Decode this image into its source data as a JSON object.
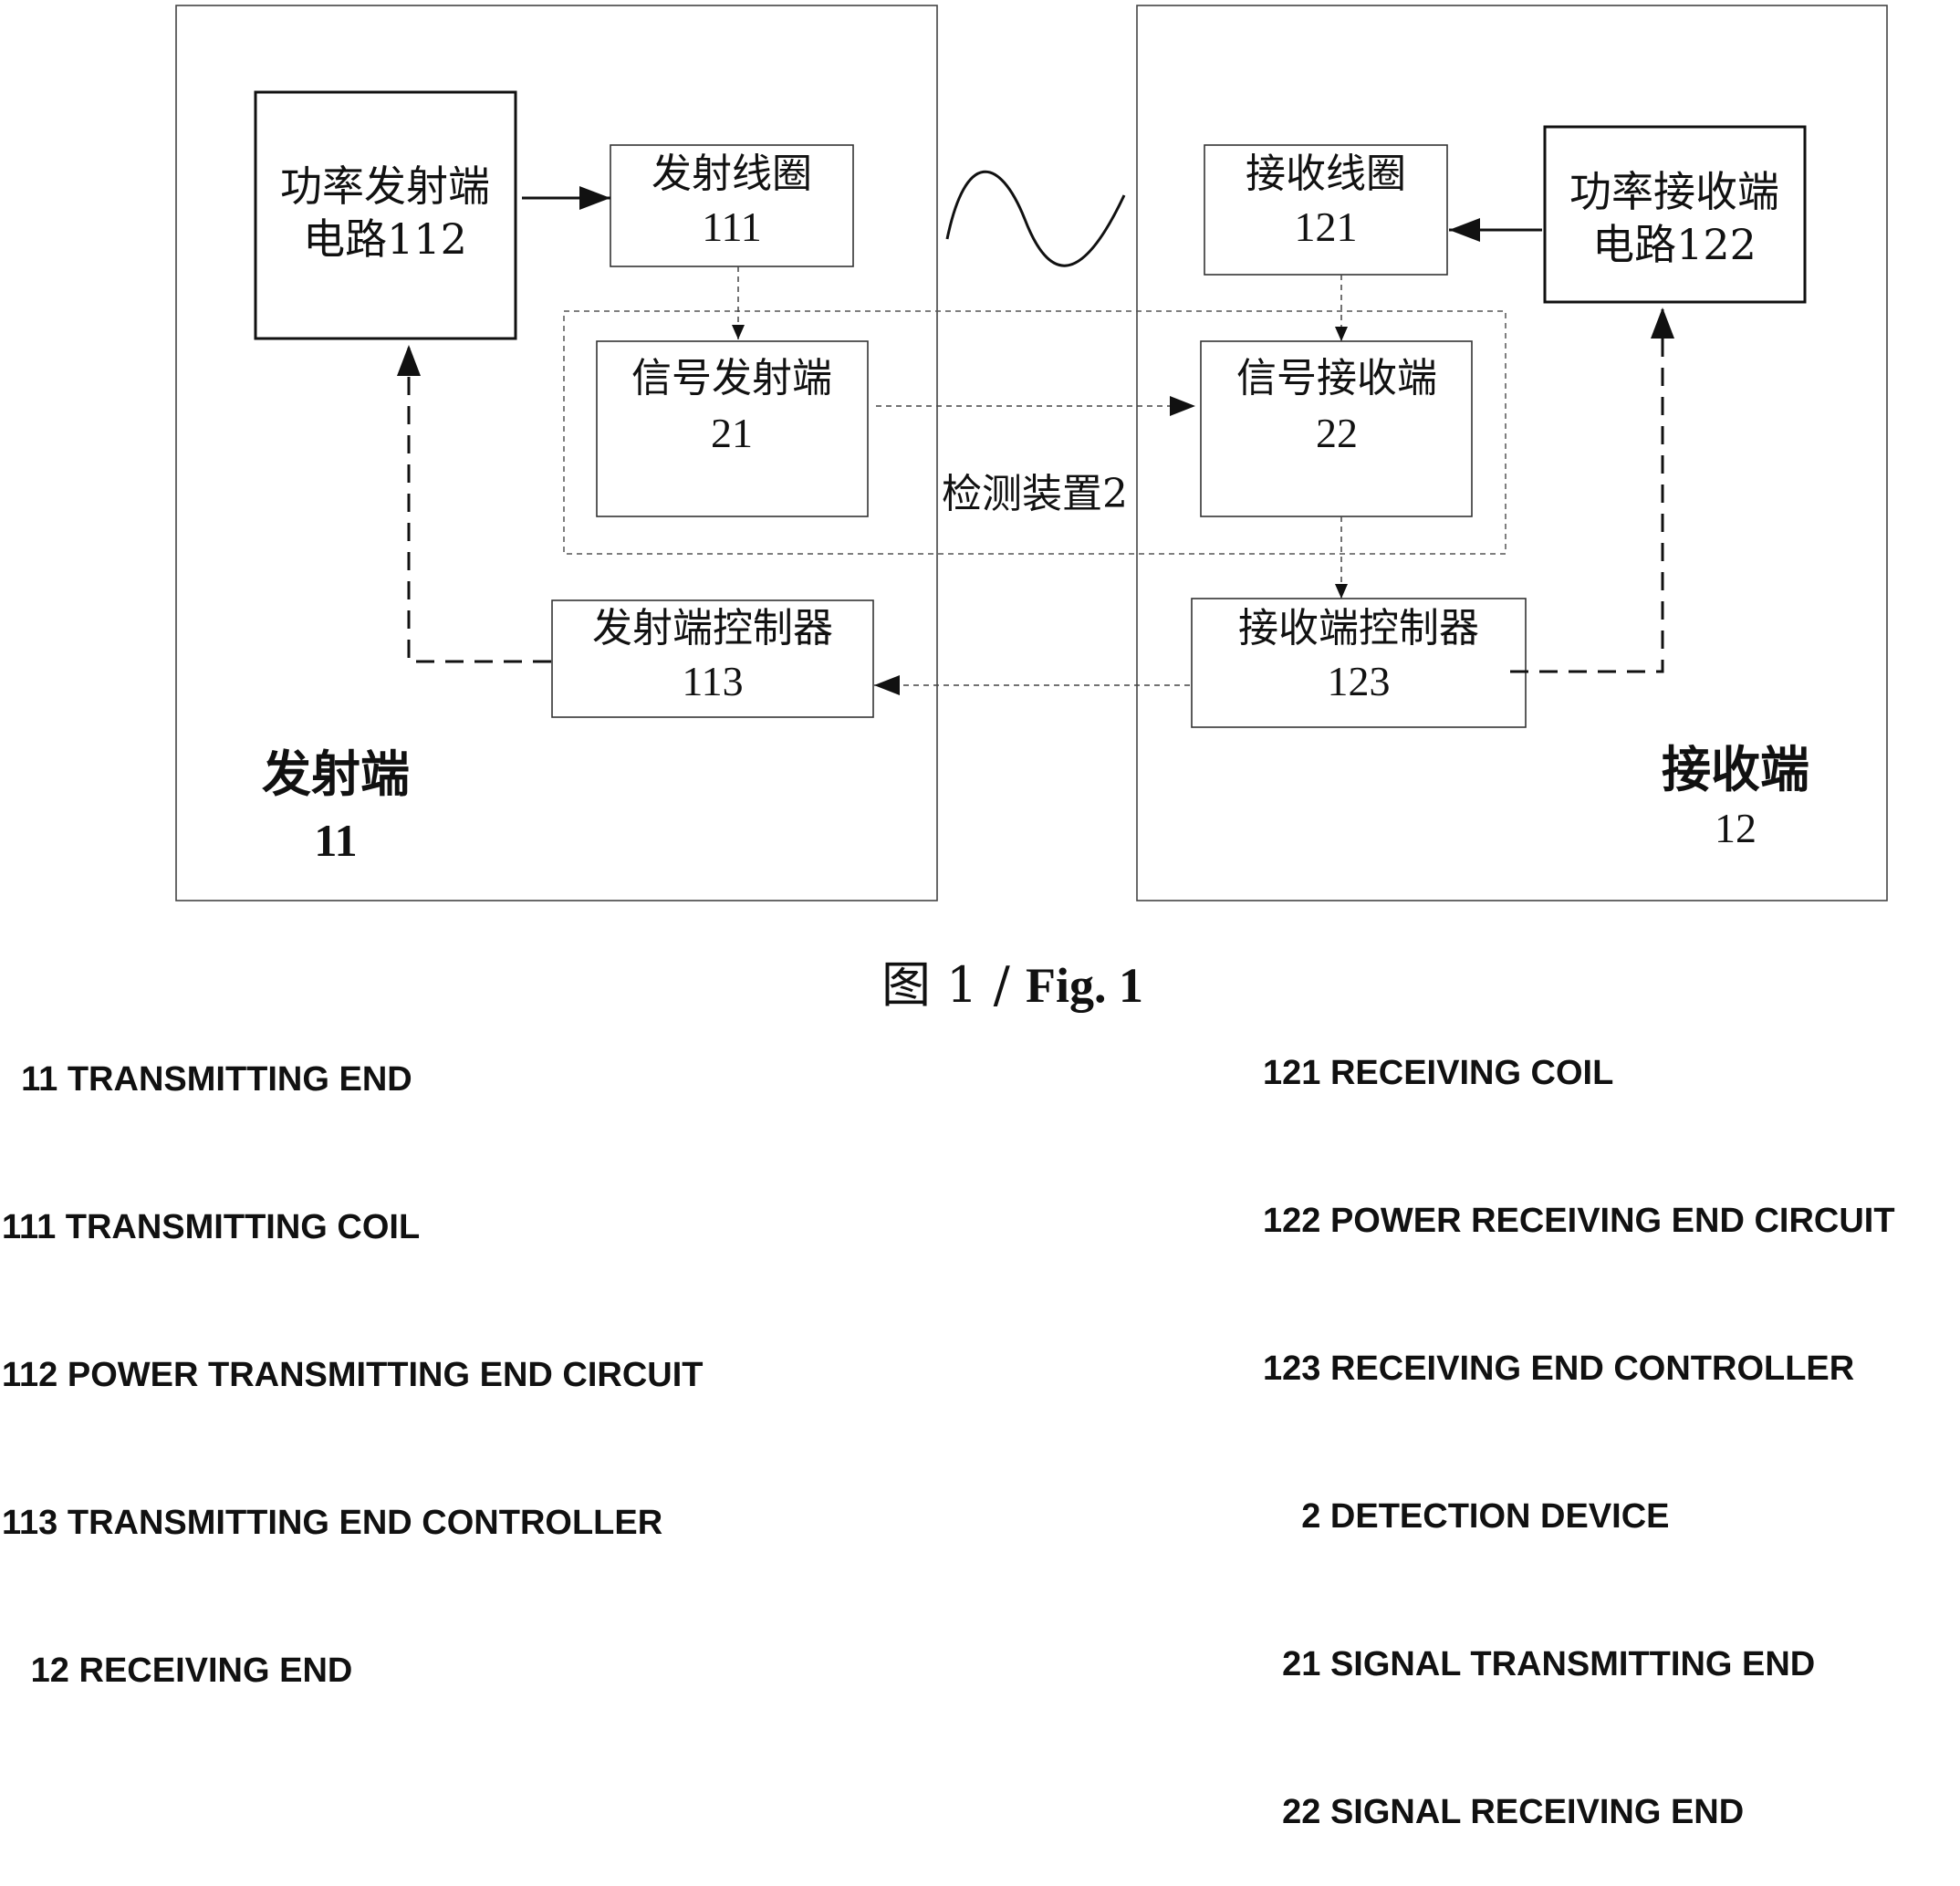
{
  "diagram": {
    "transmitting_end": {
      "name": "发射端",
      "number": "11"
    },
    "receiving_end": {
      "name": "接收端",
      "number": "12"
    },
    "power_tx_circuit": {
      "line1": "功率发射端",
      "line2": "电路112"
    },
    "tx_coil": {
      "line1": "发射线圈",
      "line2": "111"
    },
    "rx_coil": {
      "line1": "接收线圈",
      "line2": "121"
    },
    "power_rx_circuit": {
      "line1": "功率接收端",
      "line2": "电路122"
    },
    "signal_tx": {
      "line1": "信号发射端",
      "line2": "21"
    },
    "signal_rx": {
      "line1": "信号接收端",
      "line2": "22"
    },
    "detection_device": {
      "label": "检测装置2"
    },
    "tx_controller": {
      "line1": "发射端控制器",
      "line2": "113"
    },
    "rx_controller": {
      "line1": "接收端控制器",
      "line2": "123"
    }
  },
  "caption": {
    "cn": "图 1 / ",
    "en": "Fig. 1"
  },
  "legend_left": [
    "  11 TRANSMITTING END",
    "111 TRANSMITTING COIL",
    "112 POWER TRANSMITTING END CIRCUIT",
    "113 TRANSMITTING END CONTROLLER",
    "   12 RECEIVING END"
  ],
  "legend_right": [
    "121 RECEIVING COIL",
    "122 POWER RECEIVING END CIRCUIT",
    "123 RECEIVING END CONTROLLER",
    "    2 DETECTION DEVICE",
    "  21 SIGNAL TRANSMITTING END",
    "  22 SIGNAL RECEIVING END"
  ]
}
